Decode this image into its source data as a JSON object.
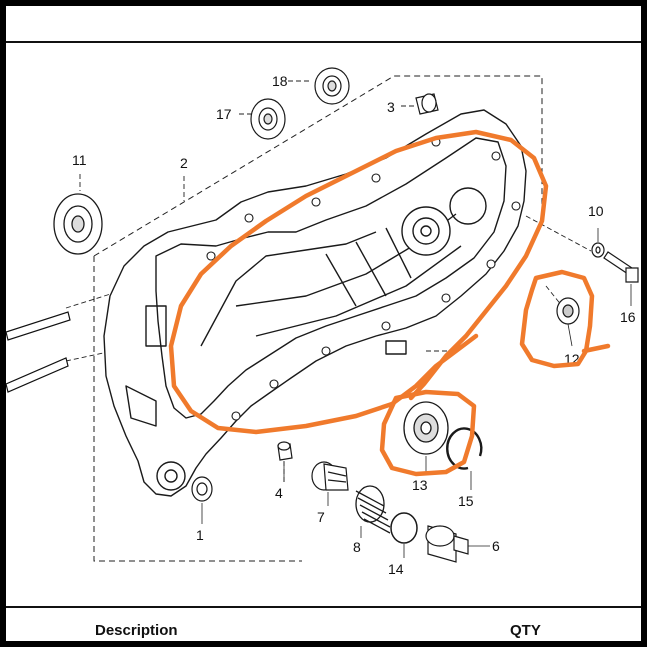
{
  "diagram": {
    "callouts": [
      "1",
      "2",
      "3",
      "4",
      "6",
      "7",
      "8",
      "10",
      "11",
      "12",
      "13",
      "14",
      "15",
      "16",
      "17",
      "18"
    ],
    "line_color": "#1a1a1a",
    "annotation_color": "#f07a2c"
  },
  "table_header": {
    "description": "Description",
    "qty": "QTY"
  }
}
